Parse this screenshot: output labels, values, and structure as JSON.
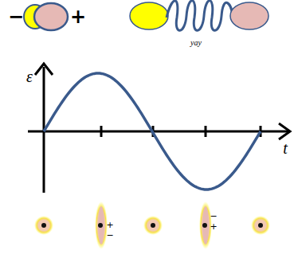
{
  "diagram": {
    "labels": [
      "−",
      "+",
      "yay",
      "ε",
      "t",
      "+",
      "−",
      "−",
      "+"
    ]
  }
}
